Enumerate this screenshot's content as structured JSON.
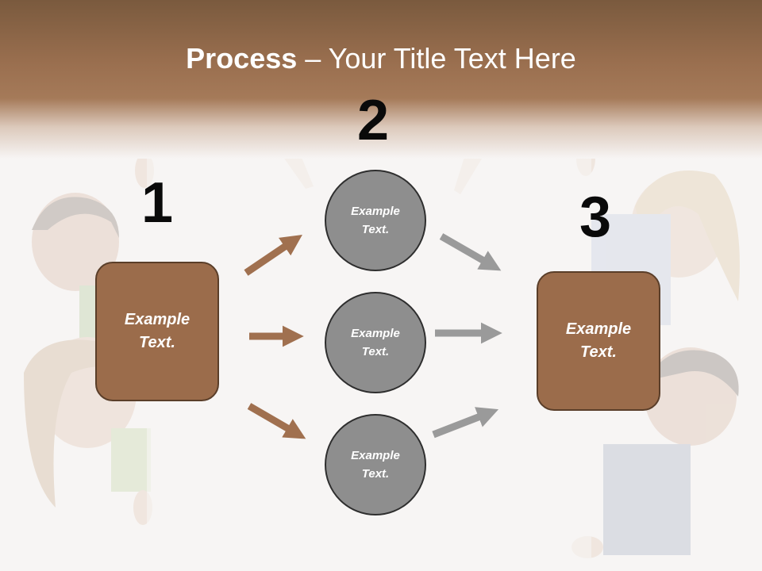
{
  "colors": {
    "header_brown": "#9a6f4f",
    "box_fill": "#9b6c4b",
    "box_border": "#5a3e29",
    "circle_fill": "#8e8e8e",
    "circle_border": "#2e2e2e",
    "arrow_brown": "#a0704f",
    "arrow_gray": "#9a9a9a",
    "text_white": "#ffffff",
    "number_color": "#0a0a0a"
  },
  "title": {
    "bold_part": "Process",
    "rest": " – Your Title Text Here"
  },
  "steps": {
    "one": {
      "number": "1",
      "text": "Example Text."
    },
    "two": {
      "number": "2"
    },
    "three": {
      "number": "3",
      "text": "Example Text."
    }
  },
  "circles": [
    {
      "text": "Example Text."
    },
    {
      "text": "Example Text."
    },
    {
      "text": "Example Text."
    }
  ],
  "background_image": "faded photo of four smiling young people peeking from behind a white board"
}
